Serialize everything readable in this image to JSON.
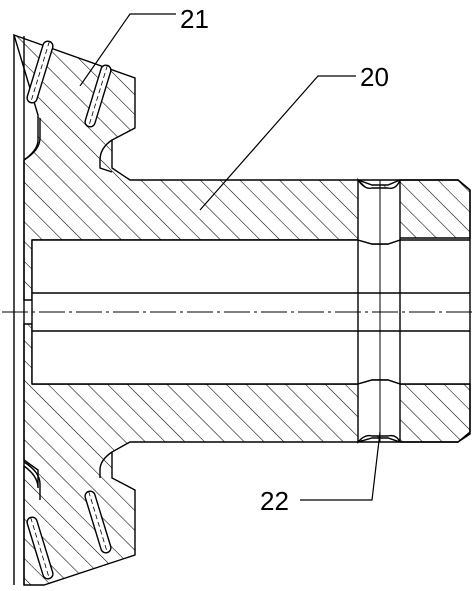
{
  "figure": {
    "part_labels": [
      "21",
      "20",
      "22"
    ]
  },
  "colors": {
    "line": "#000000",
    "background": "#ffffff"
  }
}
